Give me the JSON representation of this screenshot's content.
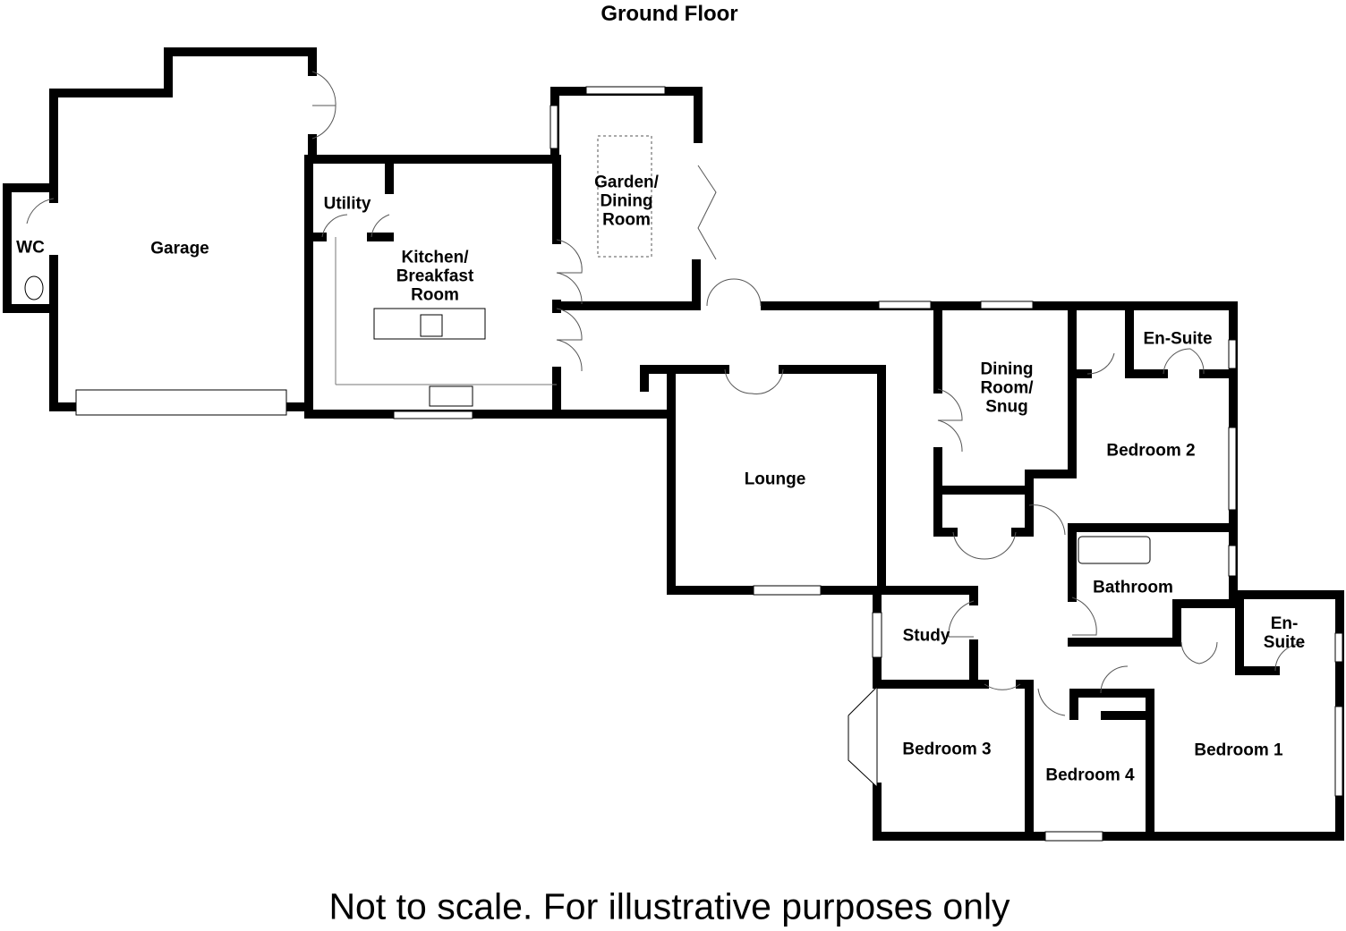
{
  "title": "Ground Floor",
  "disclaimer": "Not to scale. For illustrative purposes only",
  "rooms": {
    "wc": "WC",
    "garage": "Garage",
    "utility": "Utility",
    "kitchen": "Kitchen/\nBreakfast\nRoom",
    "garden_dining": "Garden/\nDining\nRoom",
    "lounge": "Lounge",
    "dining_snug": "Dining\nRoom/\nSnug",
    "en_suite_2": "En-Suite",
    "bedroom_2": "Bedroom 2",
    "bathroom": "Bathroom",
    "en_suite_1": "En-\nSuite",
    "study": "Study",
    "bedroom_3": "Bedroom 3",
    "bedroom_4": "Bedroom 4",
    "bedroom_1": "Bedroom 1"
  }
}
